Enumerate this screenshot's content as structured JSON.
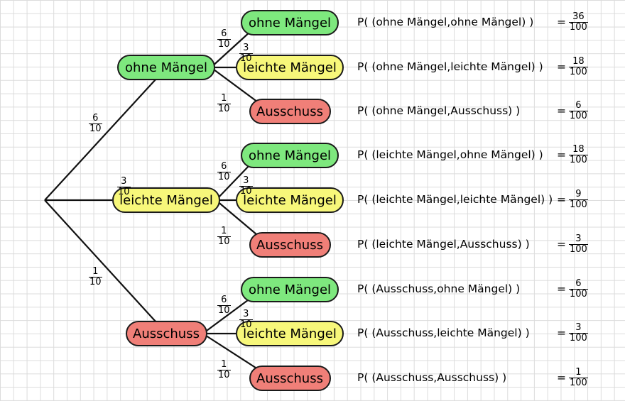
{
  "colors": {
    "ok": "#7ee87e",
    "light": "#f7f77a",
    "reject": "#f07f78"
  },
  "levels": [
    {
      "id": "ok",
      "label": "ohne Mängel",
      "color": "ok"
    },
    {
      "id": "light",
      "label": "leichte Mängel",
      "color": "light"
    },
    {
      "id": "reject",
      "label": "Ausschuss",
      "color": "reject"
    }
  ],
  "branch_probs": [
    {
      "num": "6",
      "den": "10"
    },
    {
      "num": "3",
      "den": "10"
    },
    {
      "num": "1",
      "den": "10"
    }
  ],
  "outcomes": [
    {
      "text": "P( (ohne Mängel,ohne Mängel) )",
      "num": "36",
      "den": "100"
    },
    {
      "text": "P( (ohne Mängel,leichte Mängel) )",
      "num": "18",
      "den": "100"
    },
    {
      "text": "P( (ohne Mängel,Ausschuss) )",
      "num": "6",
      "den": "100"
    },
    {
      "text": "P( (leichte Mängel,ohne Mängel) )",
      "num": "18",
      "den": "100"
    },
    {
      "text": "P( (leichte Mängel,leichte Mängel) )",
      "num": "9",
      "den": "100"
    },
    {
      "text": "P( (leichte Mängel,Ausschuss) )",
      "num": "3",
      "den": "100"
    },
    {
      "text": "P( (Ausschuss,ohne Mängel) )",
      "num": "6",
      "den": "100"
    },
    {
      "text": "P( (Ausschuss,leichte Mängel) )",
      "num": "3",
      "den": "100"
    },
    {
      "text": "P( (Ausschuss,Ausschuss) )",
      "num": "1",
      "den": "100"
    }
  ],
  "equals_sign": "="
}
